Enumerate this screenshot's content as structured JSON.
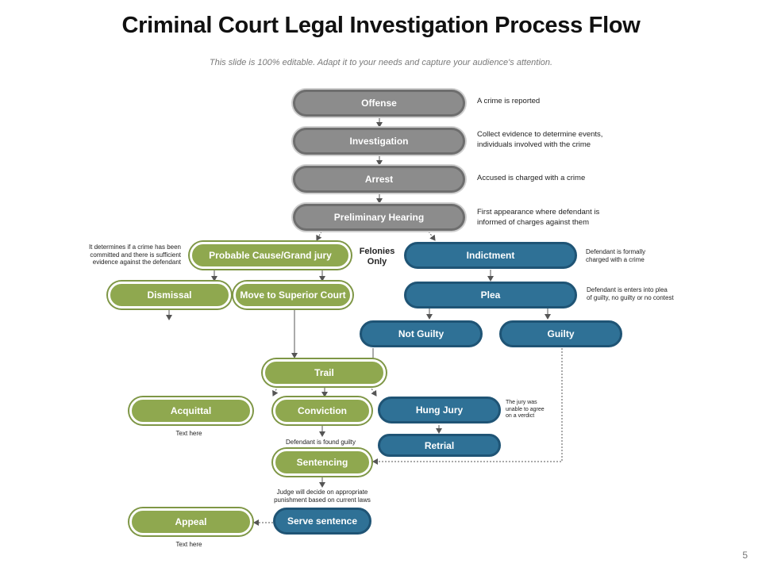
{
  "title": "Criminal Court Legal Investigation Process Flow",
  "subtitle": "This slide is 100% editable. Adapt it to your needs and capture your audience's attention.",
  "page_number": "5",
  "colors": {
    "gray": "#8c8c8c",
    "green": "#8fa84f",
    "blue": "#2f7196",
    "connector": "#555555"
  },
  "nodes": {
    "offense": "Offense",
    "investigation": "Investigation",
    "arrest": "Arrest",
    "preliminary_hearing": "Preliminary Hearing",
    "probable_cause": "Probable Cause/Grand jury",
    "dismissal": "Dismissal",
    "move_to_superior_court": "Move to Superior Court",
    "indictment": "Indictment",
    "plea": "Plea",
    "not_guilty": "Not Guilty",
    "guilty": "Guilty",
    "trail": "Trail",
    "acquittal": "Acquittal",
    "conviction": "Conviction",
    "hung_jury": "Hung Jury",
    "retrial": "Retrial",
    "sentencing": "Sentencing",
    "appeal": "Appeal",
    "serve_sentence": "Serve sentence"
  },
  "notes": {
    "offense": "A crime is reported",
    "investigation_1": "Collect evidence to determine events,",
    "investigation_2": "individuals involved with the crime",
    "arrest": "Accused is charged with a crime",
    "preliminary_1": "First appearance where defendant is",
    "preliminary_2": "informed of charges against them",
    "probable_1": "It determines if a crime has been",
    "probable_2": "committed and there is sufficient",
    "probable_3": "evidence against the defendant",
    "felonies_1": "Felonies",
    "felonies_2": "Only",
    "indictment_1": "Defendant is formally",
    "indictment_2": "charged with a crime",
    "plea_1": "Defendant is enters into plea",
    "plea_2": "of guilty, no guilty or no contest",
    "hung_1": "The jury was",
    "hung_2": "unable to agree",
    "hung_3": "on a verdict",
    "acquittal": "Text here",
    "conviction": "Defendant is found guilty",
    "sentencing_1": "Judge will decide on appropriate",
    "sentencing_2": "punishment based on current laws",
    "appeal": "Text here"
  }
}
